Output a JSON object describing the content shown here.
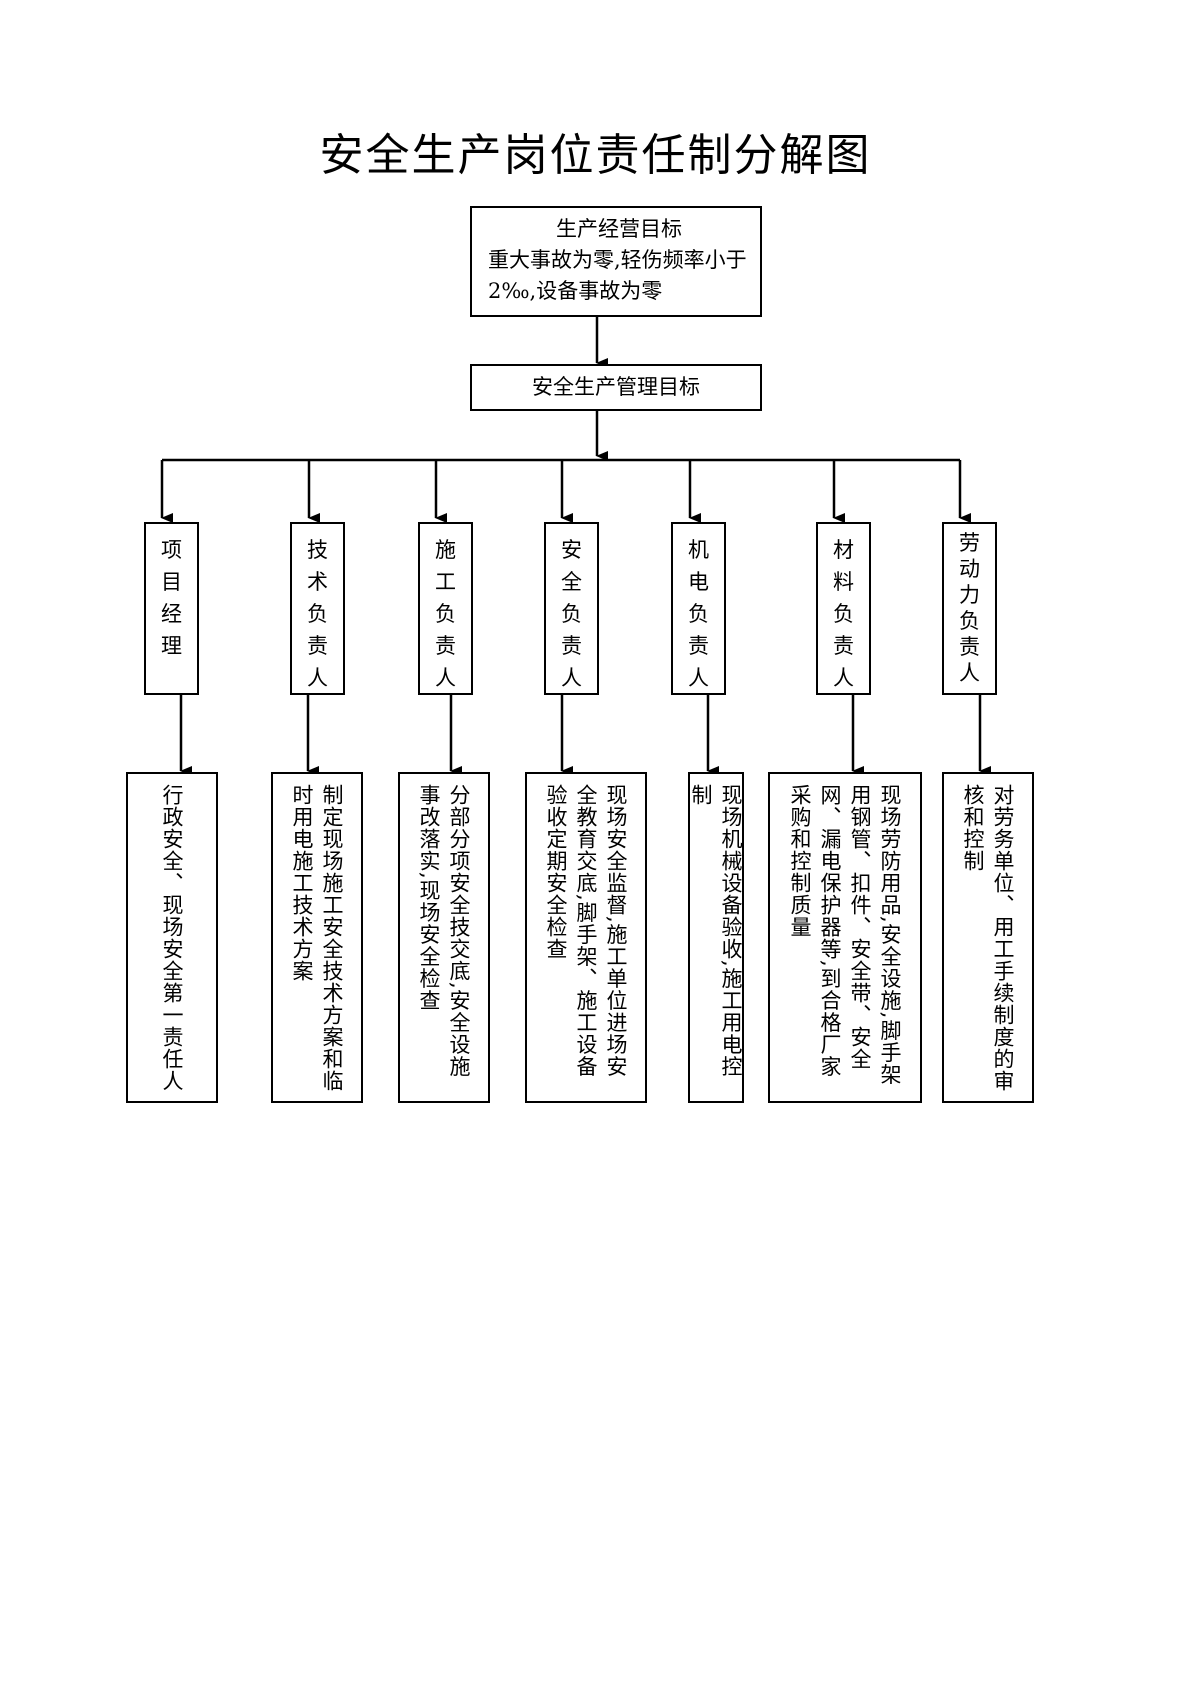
{
  "title": "安全生产岗位责任制分解图",
  "top_goal": {
    "line1": "生产经营目标",
    "line2": "重大事故为零,轻伤频率小于",
    "line3": "2‰,设备事故为零"
  },
  "management_goal": "安全生产管理目标",
  "roles": [
    {
      "label": [
        "项",
        "目",
        "经",
        "理"
      ],
      "duty": "行政安全、现场安全第一责任人"
    },
    {
      "label": [
        "技",
        "术",
        "负",
        "责",
        "人"
      ],
      "duty": "制定现场施工安全技术方案和临时用电施工技术方案"
    },
    {
      "label": [
        "施",
        "工",
        "负",
        "责",
        "人"
      ],
      "duty": "分部分项安全技交底,安全设施事改落实,现场安全检查"
    },
    {
      "label": [
        "安",
        "全",
        "负",
        "责",
        "人"
      ],
      "duty": "现场安全监督,施工单位进场安全教育交底,脚手架、施工设备验收定期安全检查"
    },
    {
      "label": [
        "机",
        "电",
        "负",
        "责",
        "人"
      ],
      "duty": "现场机械设备验收,施工用电控制"
    },
    {
      "label": [
        "材",
        "料",
        "负",
        "责",
        "人"
      ],
      "duty": "现场劳防用品,安全设施,脚手架用钢管、扣件、安全带、安全网、漏电保护器等,到合格厂家采购和控制质量"
    },
    {
      "label": [
        "劳",
        "动",
        "力",
        "负",
        "责",
        "人"
      ],
      "duty": "对劳务单位、用工手续制度的审核和控制"
    }
  ]
}
